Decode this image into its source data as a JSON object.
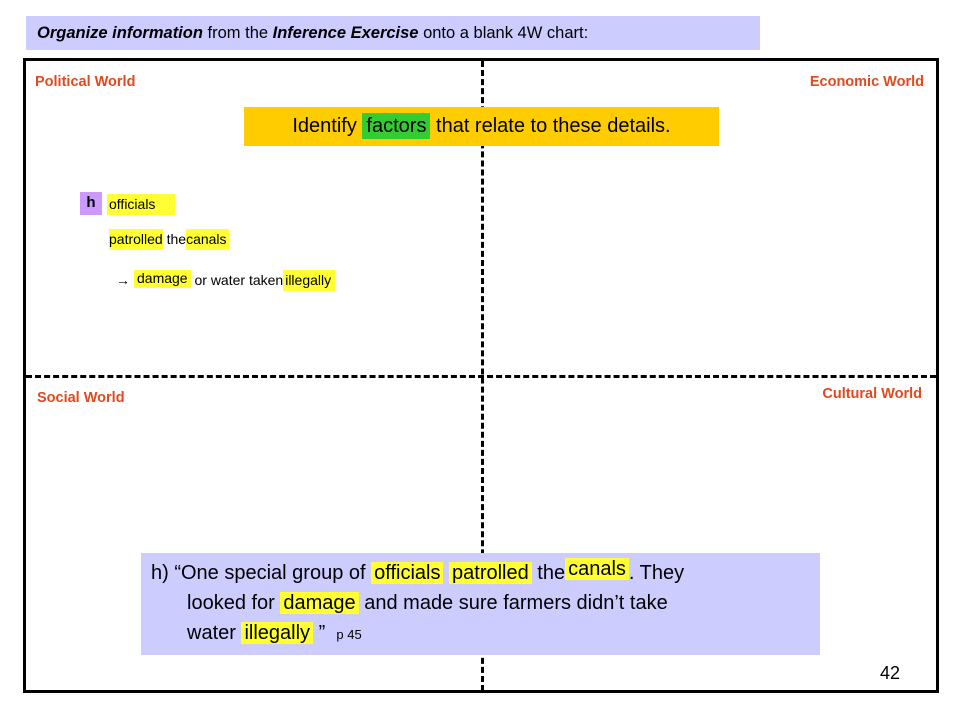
{
  "instruction": {
    "bold1": "Organize information",
    "text1": " from the ",
    "bold2": "Inference Exercise",
    "text2": " onto a blank 4W chart:"
  },
  "quadrants": {
    "top_left": "Political World",
    "top_right": "Economic World",
    "bottom_left": "Social World",
    "bottom_right": "Cultural World"
  },
  "banner": {
    "pre": "Identify ",
    "highlight": "factors",
    "post": " that relate to these details."
  },
  "notes": {
    "tag": "h",
    "officials": "officials",
    "patrolled": "patrolled",
    "the": " the",
    "canals": "canals",
    "arrow": "→",
    "damage": "damage",
    "or_water_taken": " or water taken",
    "illegally": "illegally"
  },
  "quote": {
    "line1_a": "h) “One special group of ",
    "officials": "officials",
    "patrolled": "patrolled",
    "the": "the",
    "canals": "canals",
    "line1_b": ".  They",
    "line2_a": "looked for ",
    "damage": "damage",
    "line2_b": " and made sure farmers didn’t take",
    "line3_a": "water ",
    "illegally": "illegally",
    "line3_b": " ”",
    "page_ref": "p 45"
  },
  "page_number": "42",
  "colors": {
    "label_orange": "#e2491e",
    "banner_yellow": "#ffcc00",
    "highlight_yellow": "#ffff33",
    "highlight_green": "#33cc33",
    "lavender": "#ccccff",
    "tag_purple": "#cc99ff"
  }
}
